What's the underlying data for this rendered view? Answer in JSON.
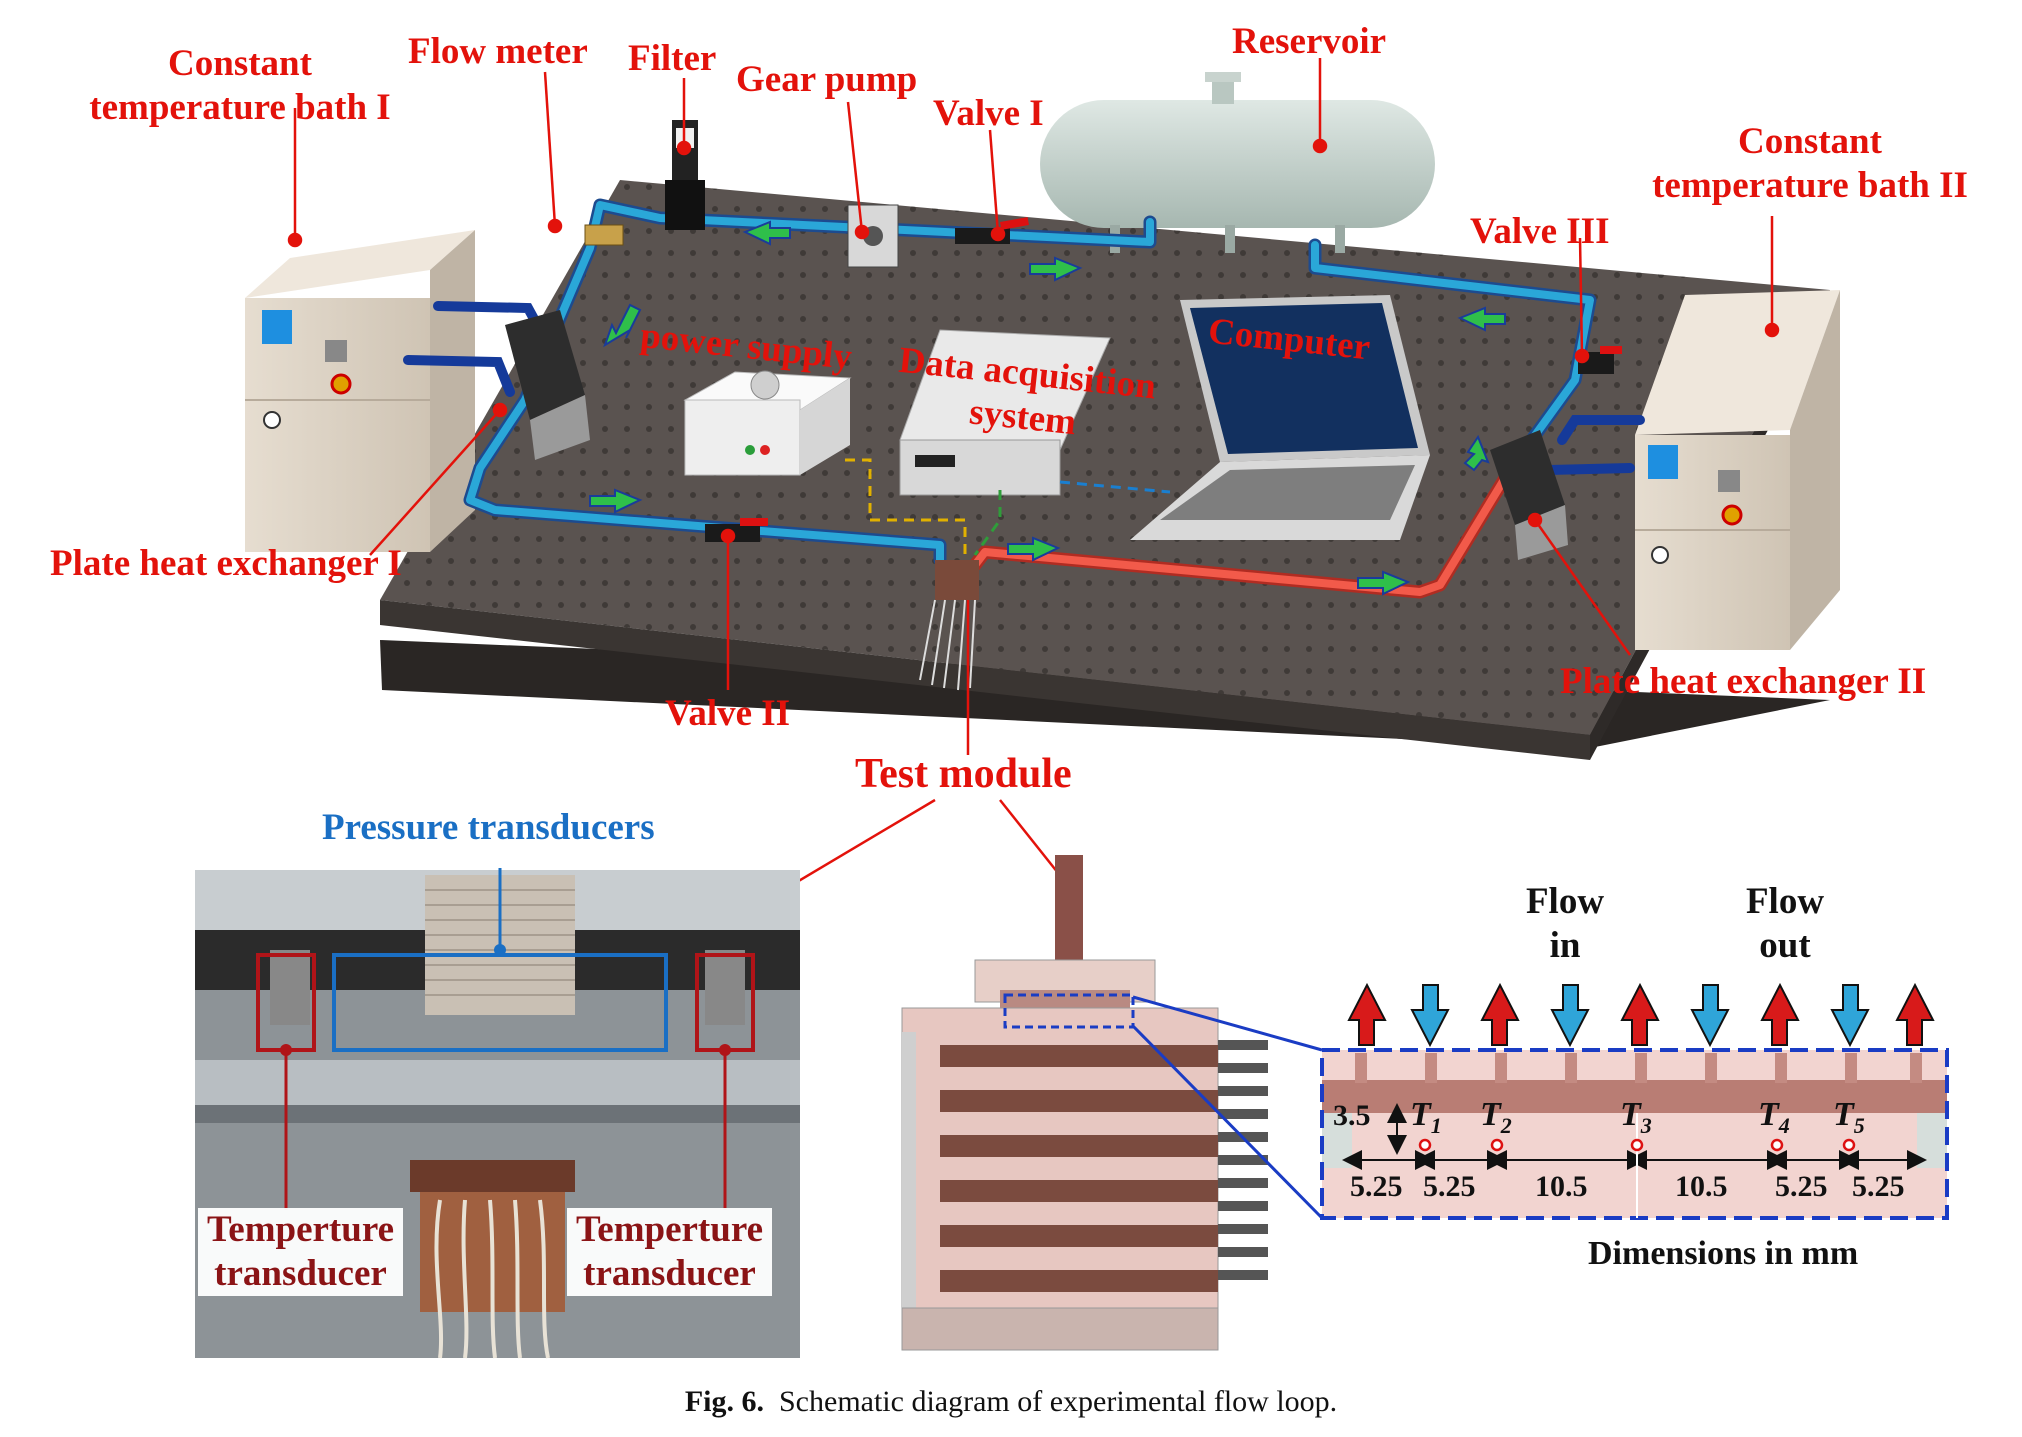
{
  "labels": {
    "bath1": [
      "Constant",
      "temperature bath I"
    ],
    "flow_meter": "Flow meter",
    "filter": "Filter",
    "gear_pump": "Gear pump",
    "valve1": "Valve I",
    "reservoir": "Reservoir",
    "bath2": [
      "Constant",
      "temperature bath II"
    ],
    "valve3": "Valve III",
    "power_supply": "power supply",
    "daq": [
      "Data acquisition",
      "system"
    ],
    "computer": "Computer",
    "phe1": "Plate heat exchanger I",
    "phe2": "Plate heat exchanger II",
    "valve2": "Valve II",
    "test_module": "Test module",
    "pressure_transducers": "Pressure transducers",
    "temp_transducer_left": [
      "Temperture",
      "transducer"
    ],
    "temp_transducer_right": [
      "Temperture",
      "transducer"
    ],
    "flow_in": [
      "Flow",
      "in"
    ],
    "flow_out": [
      "Flow",
      "out"
    ],
    "dimensions_note": "Dimensions in mm"
  },
  "section": {
    "height_dim": "3.5",
    "sensors": [
      "T",
      "T",
      "T",
      "T",
      "T"
    ],
    "sensor_subs": [
      "1",
      "2",
      "3",
      "4",
      "5"
    ],
    "spacings": [
      "5.25",
      "5.25",
      "10.5",
      "10.5",
      "5.25",
      "5.25"
    ]
  },
  "caption": {
    "fig": "Fig. 6.",
    "text": "Schematic diagram of experimental flow loop."
  },
  "colors": {
    "label_red": "#e3120b",
    "label_blue": "#1a6fc4",
    "label_dark_red": "#8b1416",
    "cold_pipe": "#2aa7d8",
    "hot_pipe": "#f25a4a",
    "flow_arrow": "#2fbf4a",
    "copper": "#8a5048",
    "section_fill": "#f2d4d0"
  }
}
